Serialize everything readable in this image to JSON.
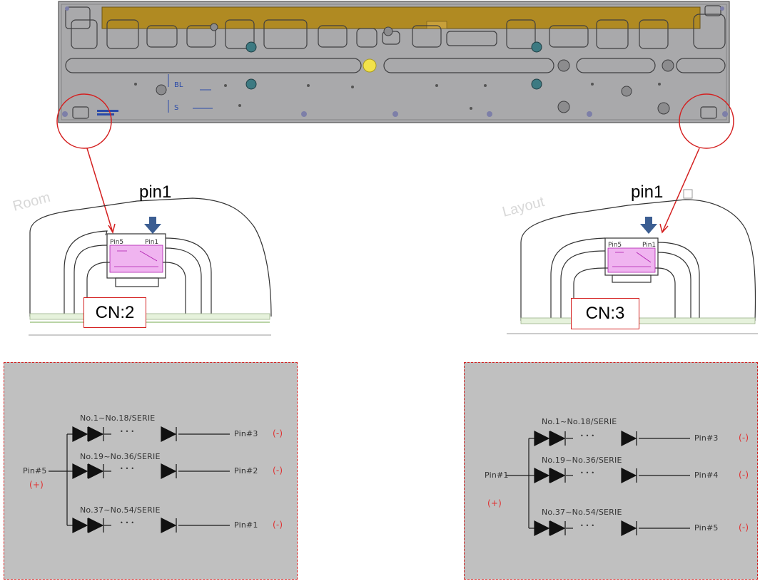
{
  "panel": {
    "colors": {
      "metal": "#a9a9ab",
      "bar": "#b08a22",
      "led": "#f2e24a",
      "accent": "#3c6fb4"
    },
    "markings": {
      "bl": "BL",
      "s": "S"
    }
  },
  "callouts": {
    "left": {
      "pin_label": "pin1",
      "cn_label": "CN:2",
      "connector_pin5": "Pin5",
      "connector_pin1": "Pin1"
    },
    "right": {
      "pin_label": "pin1",
      "cn_label": "CN:3",
      "connector_pin5": "Pin5",
      "connector_pin1": "Pin1"
    },
    "watermarks": {
      "left": "Room",
      "right": "Layout"
    }
  },
  "schematics": {
    "left": {
      "input_pin": "Pin#5",
      "input_polarity": "(+)",
      "strings": [
        {
          "label": "No.1~No.18/SERIE",
          "dots": "• • •",
          "output_pin": "Pin#3",
          "polarity": "(-)"
        },
        {
          "label": "No.19~No.36/SERIE",
          "dots": "• • •",
          "output_pin": "Pin#2",
          "polarity": "(-)"
        },
        {
          "label": "No.37~No.54/SERIE",
          "dots": "• • •",
          "output_pin": "Pin#1",
          "polarity": "(-)"
        }
      ]
    },
    "right": {
      "input_pin": "Pin#1",
      "input_polarity": "(+)",
      "strings": [
        {
          "label": "No.1~No.18/SERIE",
          "dots": "• • •",
          "output_pin": "Pin#3",
          "polarity": "(-)"
        },
        {
          "label": "No.19~No.36/SERIE",
          "dots": "• • •",
          "output_pin": "Pin#4",
          "polarity": "(-)"
        },
        {
          "label": "No.37~No.54/SERIE",
          "dots": "• • •",
          "output_pin": "Pin#5",
          "polarity": "(-)"
        }
      ]
    }
  }
}
